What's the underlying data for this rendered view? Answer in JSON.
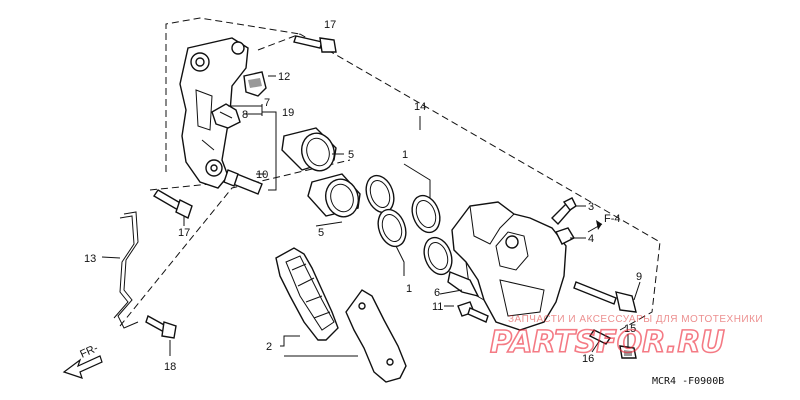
{
  "diagram": {
    "callouts": [
      {
        "id": "p17a",
        "text": "17"
      },
      {
        "id": "p12",
        "text": "12"
      },
      {
        "id": "p7",
        "text": "7"
      },
      {
        "id": "p8",
        "text": "8"
      },
      {
        "id": "p19",
        "text": "19"
      },
      {
        "id": "p14",
        "text": "14"
      },
      {
        "id": "p5a",
        "text": "5"
      },
      {
        "id": "p1a",
        "text": "1"
      },
      {
        "id": "p10",
        "text": "10"
      },
      {
        "id": "p5b",
        "text": "5"
      },
      {
        "id": "p17b",
        "text": "17"
      },
      {
        "id": "p3",
        "text": "3"
      },
      {
        "id": "p4",
        "text": "4"
      },
      {
        "id": "p13",
        "text": "13"
      },
      {
        "id": "p1b",
        "text": "1"
      },
      {
        "id": "p6",
        "text": "6"
      },
      {
        "id": "p9",
        "text": "9"
      },
      {
        "id": "p11",
        "text": "11"
      },
      {
        "id": "p2",
        "text": "2"
      },
      {
        "id": "p15",
        "text": "15"
      },
      {
        "id": "p16",
        "text": "16"
      },
      {
        "id": "p18",
        "text": "18"
      }
    ],
    "direction_f4": "F-4",
    "direction_fr": "FR-",
    "figure_code": "MCR4 -F0900B",
    "watermark_text": "ЗАПЧАСТИ И АКСЕССУАРЫ ДЛЯ МОТОТЕХНИКИ",
    "watermark_logo": "PARTSFOR.RU"
  }
}
